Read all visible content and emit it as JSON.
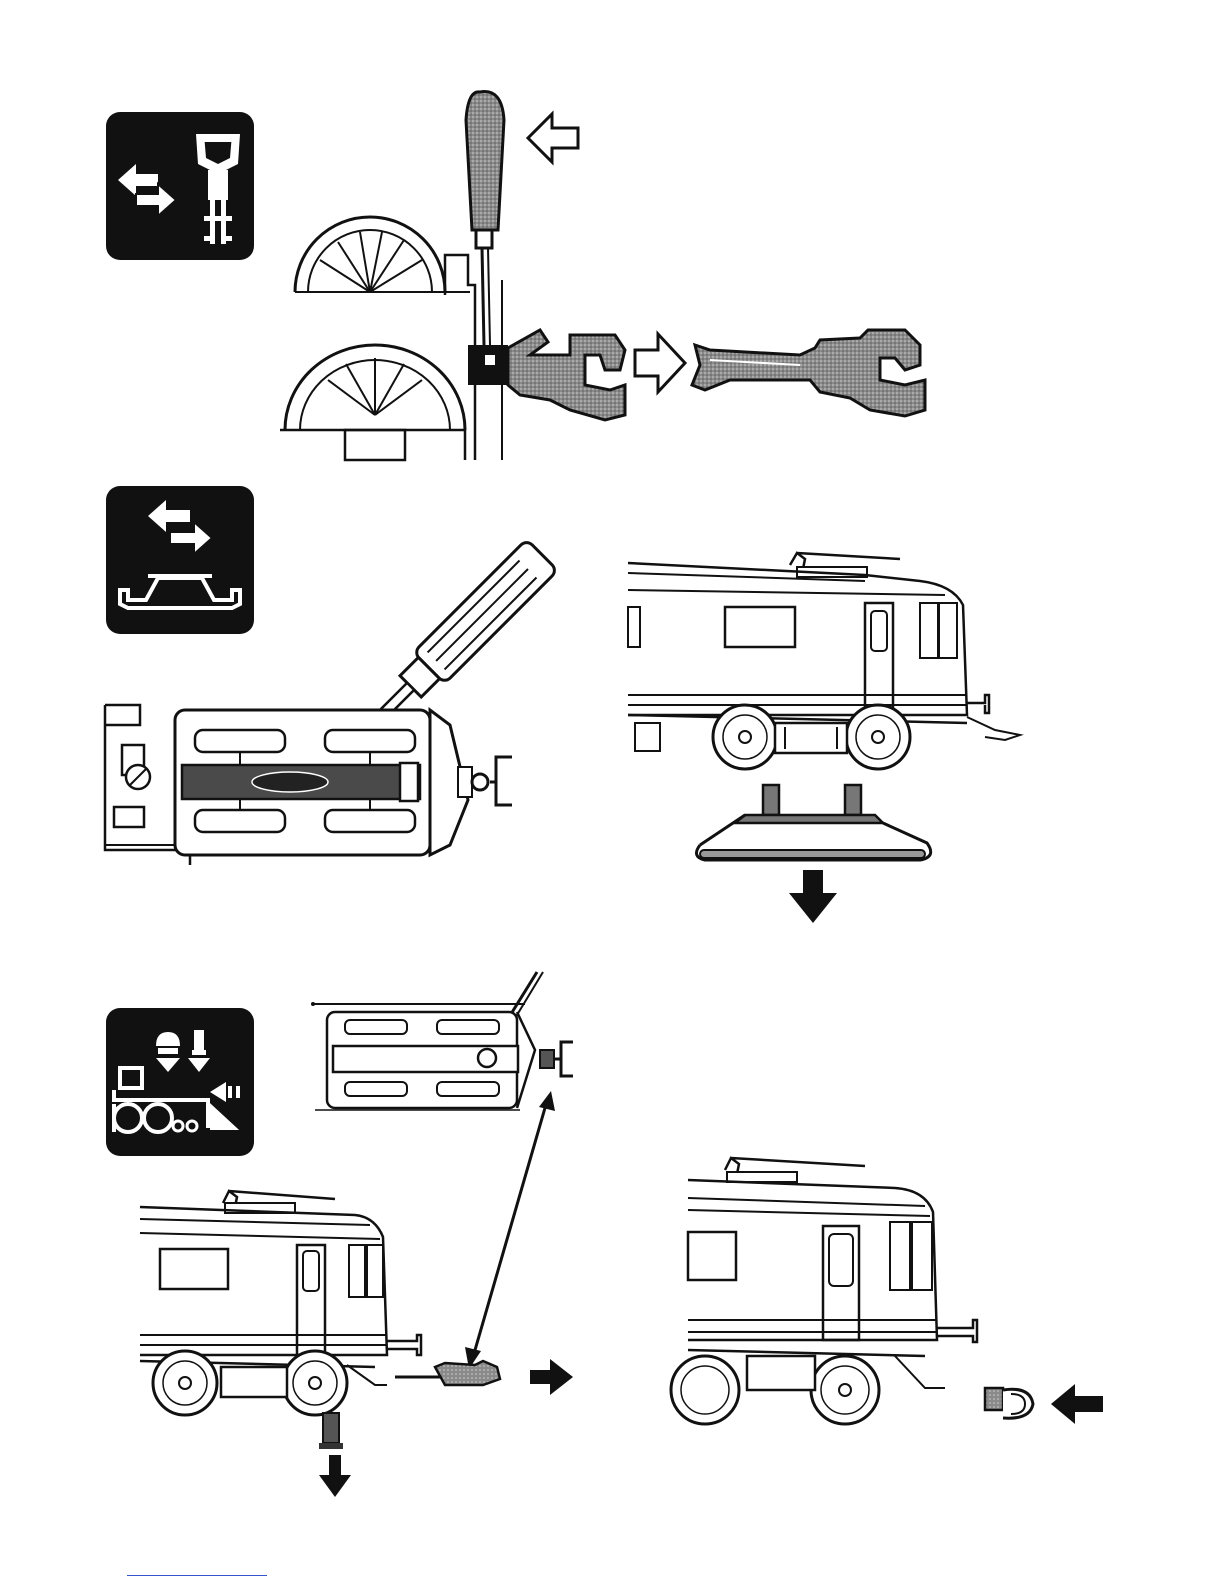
{
  "page": {
    "background": "#ffffff",
    "ink": "#111111",
    "shade": "#7a7a7a"
  },
  "steps": [
    {
      "id": "coupler-replace",
      "icon": "coupler-swap-icon"
    },
    {
      "id": "bogie-remove",
      "icon": "bogie-swap-icon"
    },
    {
      "id": "lighting-accessories",
      "icon": "locomotive-lamp-icon"
    }
  ]
}
